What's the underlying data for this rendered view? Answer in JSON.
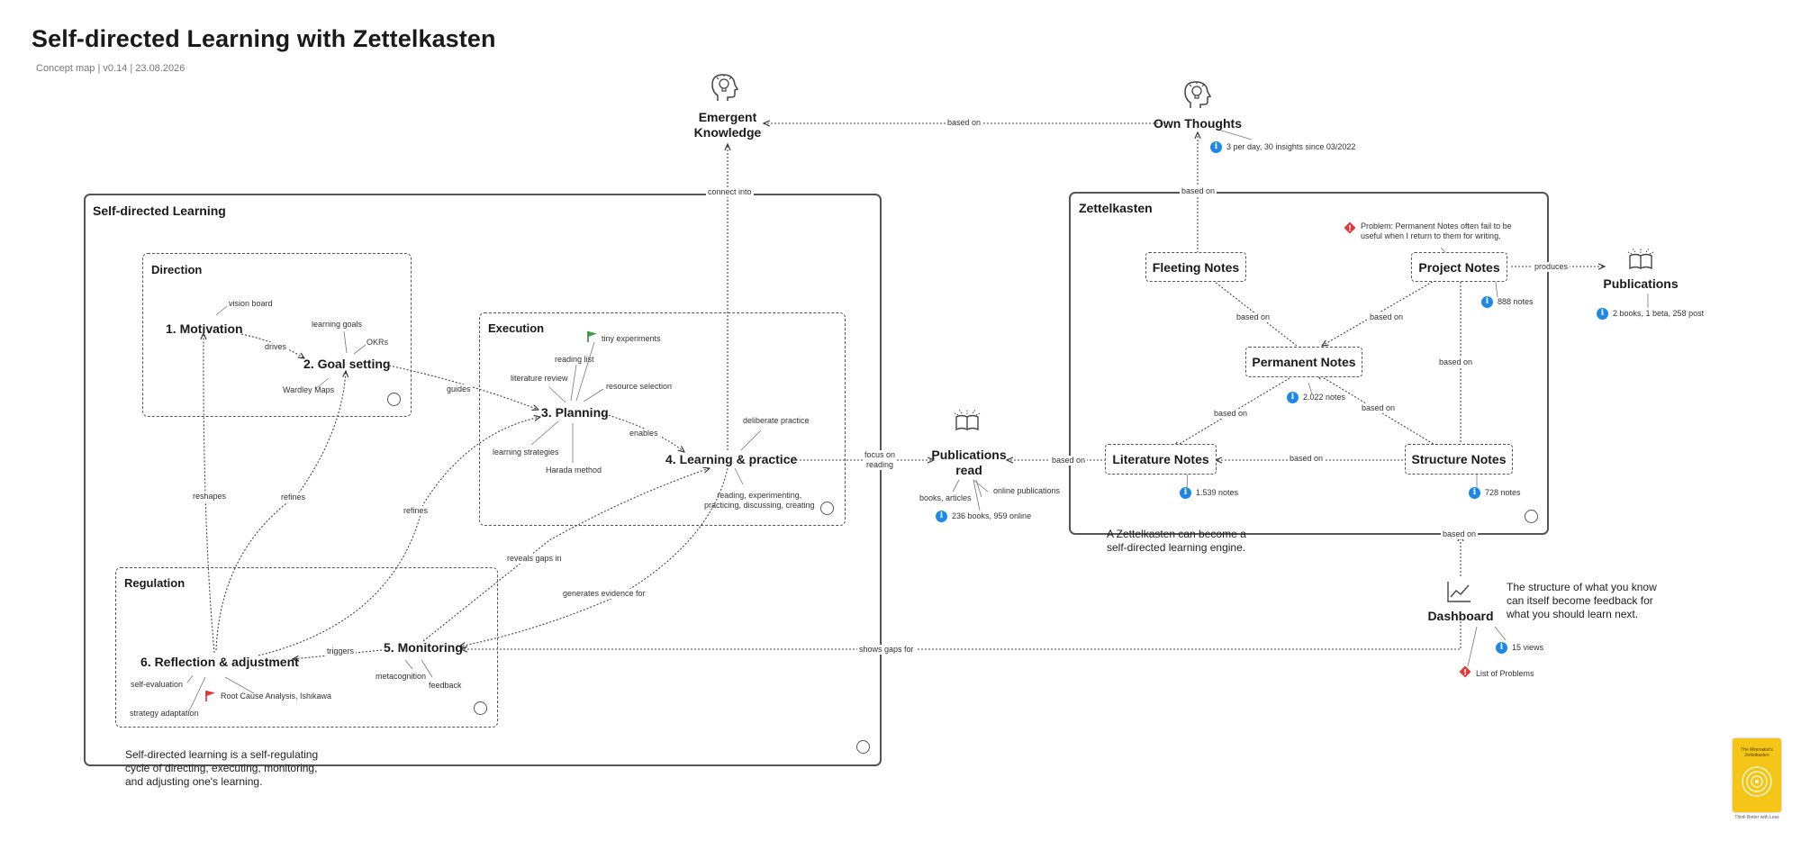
{
  "header": {
    "title": "Self-directed Learning with Zettelkasten",
    "subtitle": "Concept map | v0.14 | 23.08.2026"
  },
  "colors": {
    "info": "#1e88e5",
    "problem": "#e53935",
    "flag_green": "#43a047",
    "flag_red": "#e53935",
    "book_cover": "#f5c518"
  },
  "frames": {
    "sdl": "Self-directed Learning",
    "zettelkasten": "Zettelkasten",
    "direction": "Direction",
    "execution": "Execution",
    "regulation": "Regulation"
  },
  "nodes": {
    "emergent": "Emergent\nKnowledge",
    "own_thoughts": "Own Thoughts",
    "motivation": "1. Motivation",
    "goal": "2. Goal setting",
    "planning": "3. Planning",
    "learning": "4. Learning & practice",
    "monitoring": "5. Monitoring",
    "reflection": "6. Reflection & adjustment",
    "pubs_read": "Publications\nread",
    "fleeting": "Fleeting Notes",
    "project": "Project Notes",
    "permanent": "Permanent Notes",
    "literature": "Literature Notes",
    "structure": "Structure Notes",
    "publications": "Publications",
    "dashboard": "Dashboard"
  },
  "attributes": {
    "vision_board": "vision board",
    "learning_goals": "learning goals",
    "okrs": "OKRs",
    "wardley": "Wardley Maps",
    "tiny_experiments": "tiny experiments",
    "reading_list": "reading list",
    "literature_review": "literature review",
    "resource_selection": "resource selection",
    "learning_strategies": "learning strategies",
    "harada": "Harada method",
    "deliberate_practice": "deliberate practice",
    "reading_etc": "reading, experimenting,\npracticing, discussing, creating",
    "self_evaluation": "self-evaluation",
    "strategy_adaptation": "strategy adaptation",
    "root_cause": "Root Cause Analysis, Ishikawa",
    "metacognition": "metacognition",
    "feedback": "feedback",
    "books_articles": "books, articles",
    "online_pubs": "online publications"
  },
  "edges": {
    "based_on": "based on",
    "connect_into": "connect into",
    "drives": "drives",
    "guides": "guides",
    "enables": "enables",
    "reshapes": "reshapes",
    "refines": "refines",
    "reveals_gaps": "reveals gaps in",
    "generates_evidence": "generates evidence for",
    "triggers": "triggers",
    "focus_on_reading": "focus on\nreading",
    "produces": "produces",
    "shows_gaps": "shows gaps for"
  },
  "metrics": {
    "own_thoughts": "3 per day, 30 insights since 03/2022",
    "project": "888 notes",
    "permanent": "2.022 notes",
    "literature": "1.539 notes",
    "structure": "728 notes",
    "pubs_read": "236 books, 959 online",
    "publications": "2 books, 1 beta, 258 post",
    "dashboard": "15 views"
  },
  "problems": {
    "permanent": "Problem: Permanent Notes often fail to be\nuseful when I return to them for writing.",
    "dashboard": "List of Problems"
  },
  "notes": {
    "sdl": "Self-directed learning is a self-regulating\ncycle of directing, executing, monitoring,\nand adjusting one's learning.",
    "zk": "A Zettelkasten can become a\nself-directed learning engine.",
    "dashboard": "The structure of what you know\ncan itself become feedback for\nwhat you should learn next."
  },
  "book": {
    "title": "The Minimalist's\nZettelkasten",
    "caption": "Think Better with Less"
  },
  "icons": [
    "head-lightbulb-icon",
    "open-book-icon",
    "line-chart-icon",
    "info-icon",
    "problem-diamond-icon",
    "flag-icon",
    "collapse-circle-icon"
  ]
}
